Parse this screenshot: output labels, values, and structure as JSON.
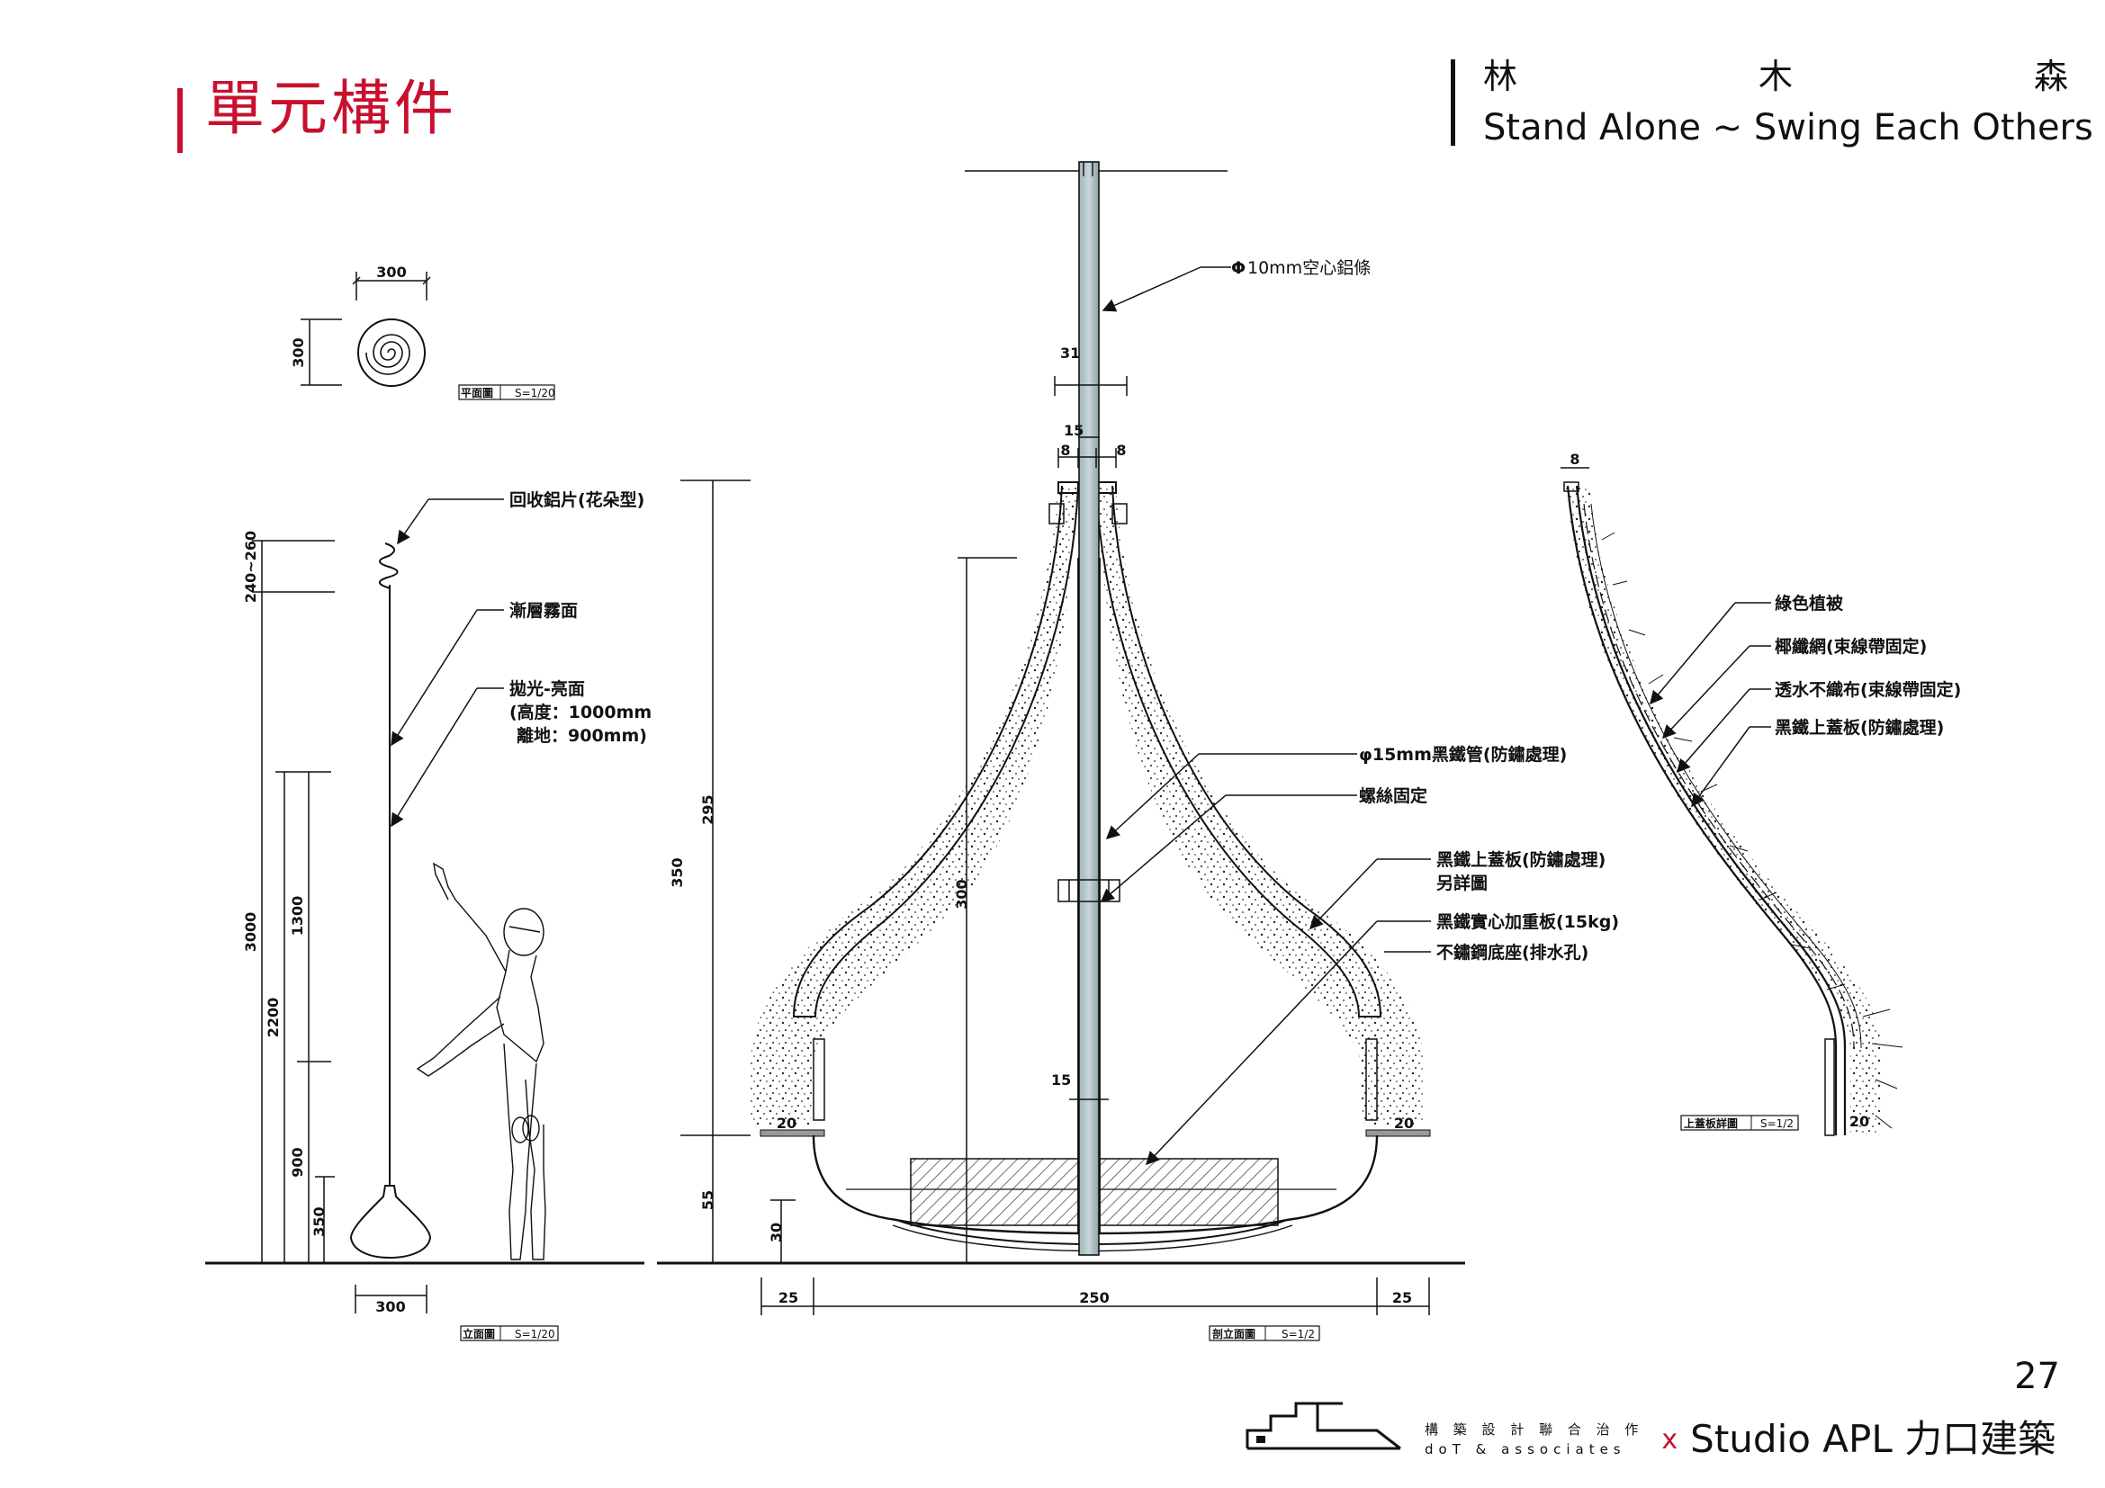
{
  "header": {
    "section_title": "單元構件"
  },
  "project": {
    "title_chars": [
      "林",
      "木",
      "森"
    ],
    "subtitle": "Stand Alone ~ Swing Each Others"
  },
  "page_number": "27",
  "footer": {
    "firm_cn": "構 築 設 計  聯 合 治 作",
    "firm_en": "doT & associates",
    "separator": "x",
    "studio": "Studio APL 力口建築"
  },
  "plan_view": {
    "dim_width": "300",
    "dim_height": "300",
    "caption": "平面圖",
    "scale": "S=1/20"
  },
  "elevation_view": {
    "caption": "立面圖",
    "scale": "S=1/20",
    "labels": {
      "recycled_plate": "回收鋁片(花朵型)",
      "gradient_matte": "漸層霧面",
      "polished_1": "拋光-亮面",
      "polished_2": "(高度：1000mm",
      "polished_3": "離地：900mm)"
    },
    "dims": {
      "top_range": "240~260",
      "total": "3000",
      "d2200": "2200",
      "d1300": "1300",
      "d900": "900",
      "d350": "350",
      "base": "300"
    }
  },
  "section_view": {
    "caption": "剖立面圖",
    "scale": "S=1/2",
    "labels": {
      "rod": "10mm空心鋁條",
      "rod_prefix": "Φ",
      "pipe": "φ15mm黑鐵管(防鏽處理)",
      "screw": "螺絲固定",
      "cover_1": "黑鐵上蓋板(防鏽處理)",
      "cover_2": "另詳圖",
      "weight": "黑鐵實心加重板(15kg)",
      "base": "不鏽鋼底座(排水孔)"
    },
    "dims": {
      "d31": "31",
      "d15_top": "15",
      "d8_left": "8",
      "d8_right": "8",
      "d350": "350",
      "d295": "295",
      "d300": "300",
      "d55": "55",
      "d30": "30",
      "d15_low": "15",
      "d20_left": "20",
      "d20_right": "20",
      "d25_left": "25",
      "d250": "250",
      "d25_right": "25"
    }
  },
  "detail_view": {
    "caption": "上蓋板詳圖",
    "scale": "S=1/2",
    "labels": {
      "green": "綠色植被",
      "coir": "椰纖網(束線帶固定)",
      "fabric": "透水不織布(束線帶固定)",
      "plate": "黑鐵上蓋板(防鏽處理)"
    },
    "dims": {
      "d8": "8",
      "d20": "20"
    }
  }
}
